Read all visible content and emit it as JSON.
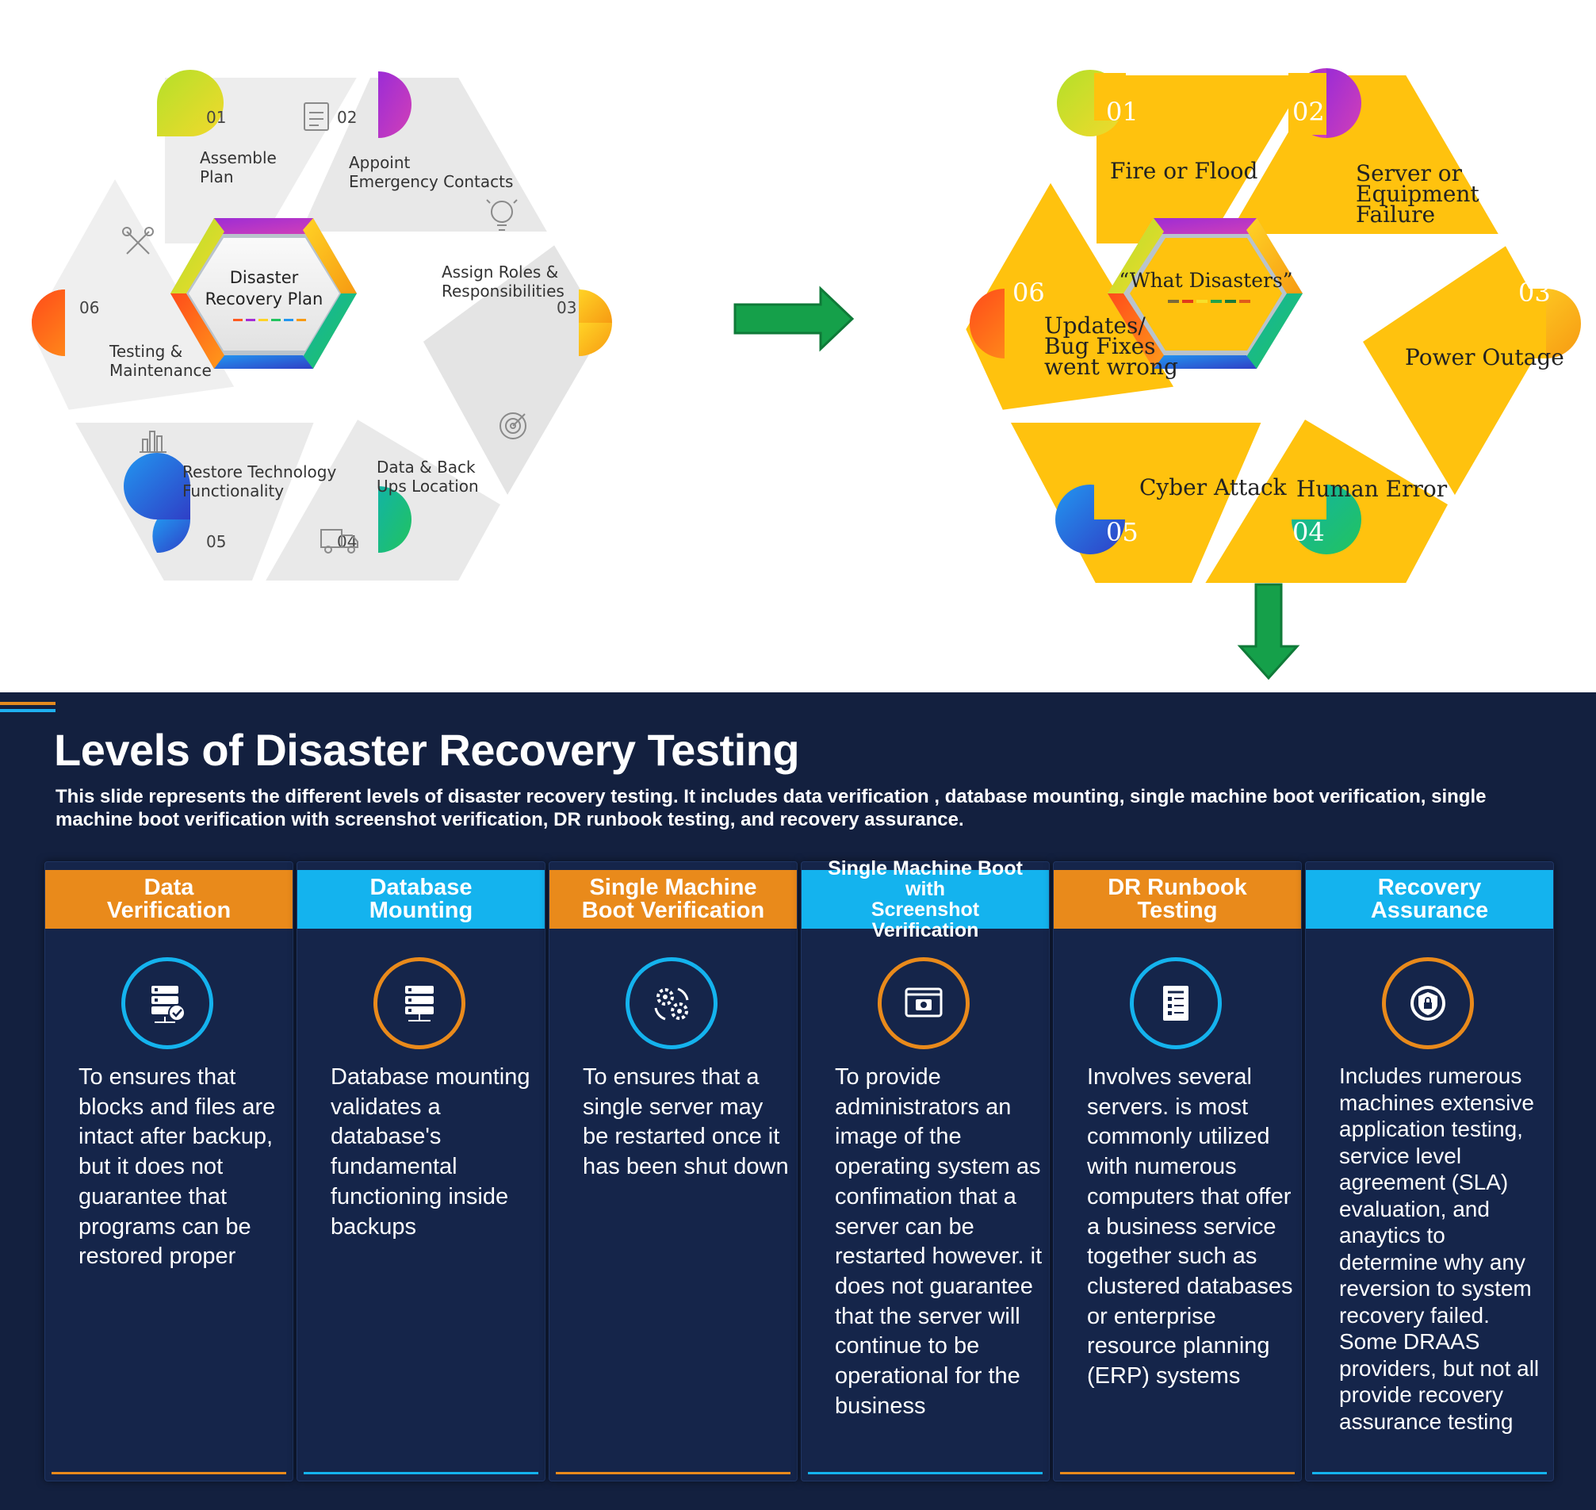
{
  "colors": {
    "accent_orange": "#e98a1b",
    "accent_blue": "#14b3ee",
    "slide_bg": "#13203f",
    "arrow_green": "#15a04a",
    "hex_yellow": "#ffc20e"
  },
  "left_diagram": {
    "center": [
      "Disaster",
      "Recovery Plan"
    ],
    "steps": [
      {
        "num": "01",
        "label": [
          "Assemble",
          "Plan"
        ],
        "icon": "clipboard-icon"
      },
      {
        "num": "02",
        "label": [
          "Appoint",
          "Emergency Contacts"
        ],
        "icon": "lightbulb-icon"
      },
      {
        "num": "03",
        "label": [
          "Assign Roles &",
          "Responsibilities"
        ],
        "icon": "target-icon"
      },
      {
        "num": "04",
        "label": [
          "Data & Back",
          "Ups Location"
        ],
        "icon": "truck-icon"
      },
      {
        "num": "05",
        "label": [
          "Restore Technology",
          "Functionality"
        ],
        "icon": "bar-chart-icon"
      },
      {
        "num": "06",
        "label": [
          "Testing &",
          "Maintenance"
        ],
        "icon": "tools-icon"
      }
    ]
  },
  "right_diagram": {
    "center": "“What Disasters”",
    "steps": [
      {
        "num": "01",
        "label": [
          "Fire or Flood"
        ]
      },
      {
        "num": "02",
        "label": [
          "Server or",
          "Equipment",
          "Failure"
        ]
      },
      {
        "num": "03",
        "label": [
          "Power Outage"
        ]
      },
      {
        "num": "04",
        "label": [
          "Human Error"
        ]
      },
      {
        "num": "05",
        "label": [
          "Cyber Attack"
        ]
      },
      {
        "num": "06",
        "label": [
          "Updates/",
          "Bug Fixes",
          "went wrong"
        ]
      }
    ]
  },
  "slide": {
    "title": "Levels of Disaster Recovery Testing",
    "description": "This slide represents the different levels of disaster recovery testing. It includes data verification , database mounting, single machine boot verification, single machine boot verification with screenshot verification, DR runbook testing, and recovery assurance.",
    "columns": [
      {
        "title": "Data Verification",
        "title_lines": [
          "Data",
          "Verification"
        ],
        "icon": "server-check-icon",
        "text": "To ensures that blocks and files are intact after backup, but it does not guarantee that programs can be restored proper"
      },
      {
        "title_lines": [
          "Database",
          "Mounting"
        ],
        "icon": "database-server-icon",
        "text": "Database mounting validates a database's fundamental functioning inside backups"
      },
      {
        "title_lines": [
          "Single Machine",
          "Boot Verification"
        ],
        "icon": "gear-sync-icon",
        "text": "To ensures that a single server may be restarted once it has been shut down"
      },
      {
        "title_lines": [
          "Single Machine Boot with",
          "Screenshot Verification"
        ],
        "icon": "screenshot-icon",
        "text": "To provide administrators an image of the operating system as confimation that a server can be restarted however. it does not guarantee that the server will continue to be operational for the business"
      },
      {
        "title_lines": [
          "DR Runbook",
          "Testing"
        ],
        "icon": "runbook-document-icon",
        "text": "Involves several servers. is most commonly utilized with numerous computers that offer a business service together such as clustered databases or enterprise resource planning (ERP) systems"
      },
      {
        "title_lines": [
          "Recovery",
          "Assurance"
        ],
        "icon": "shield-lock-icon",
        "text": "Includes rumerous machines extensive application testing, service level agreement (SLA) evaluation, and anaytics to determine why any reversion to system recovery failed. Some DRAAS providers, but not all provide recovery assurance testing"
      }
    ]
  }
}
